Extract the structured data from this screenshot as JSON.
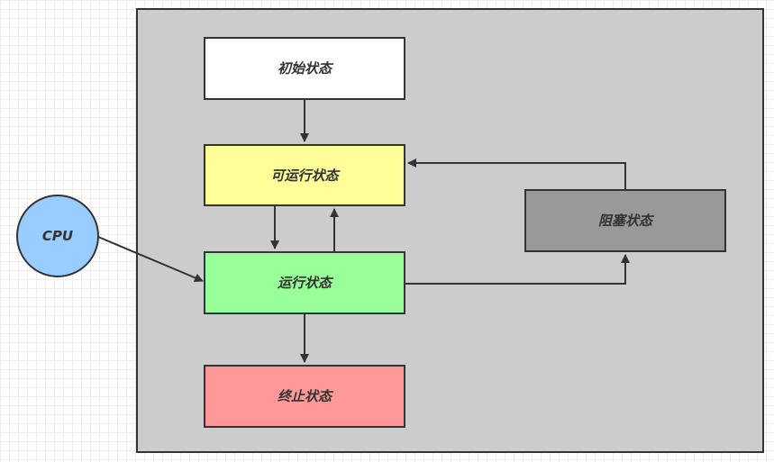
{
  "diagram": {
    "nodes": {
      "initial": {
        "label": "初始状态",
        "color": "#ffffff"
      },
      "runnable": {
        "label": "可运行状态",
        "color": "#ffff99"
      },
      "running": {
        "label": "运行状态",
        "color": "#99ff99"
      },
      "terminated": {
        "label": "终止状态",
        "color": "#ff9999"
      },
      "blocked": {
        "label": "阻塞状态",
        "color": "#999999"
      },
      "cpu": {
        "label": "CPU",
        "color": "#99ccff"
      }
    },
    "container_color": "#cccccc",
    "edges": [
      {
        "from": "initial",
        "to": "runnable"
      },
      {
        "from": "runnable",
        "to": "running"
      },
      {
        "from": "running",
        "to": "runnable"
      },
      {
        "from": "running",
        "to": "terminated"
      },
      {
        "from": "running",
        "to": "blocked"
      },
      {
        "from": "blocked",
        "to": "runnable"
      },
      {
        "from": "cpu",
        "to": "running"
      }
    ]
  }
}
